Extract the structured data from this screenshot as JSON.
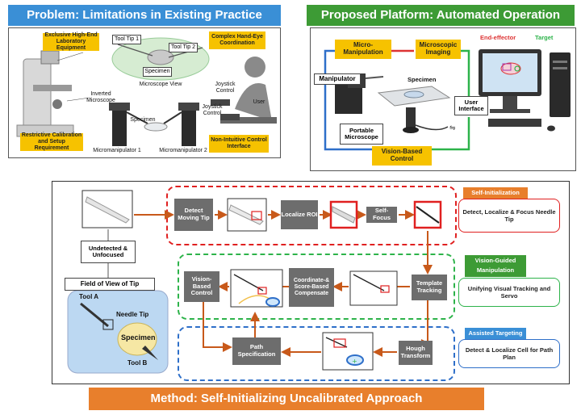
{
  "panels": {
    "problem_title": "Problem: Limitations in Existing Practice",
    "platform_title": "Proposed Platform: Automated Operation",
    "method_title": "Method: Self-Initializing Uncalibrated Approach"
  },
  "problem": {
    "equipment": "Exclusive High-End Laboratory Equipment",
    "coordination": "Complex Hand-Eye Coordination",
    "tool_tip_1": "Tool Tip 1",
    "tool_tip_2": "Tool Tip 2",
    "specimen": "Specimen",
    "microscope_view": "Microscope View",
    "inverted_microscope": "Inverted Microscope",
    "joystick_control_a": "Joystick Control",
    "joystick_control_b": "Joystick Control",
    "user": "User",
    "specimen2": "Specimen",
    "calibration": "Restrictive Calibration and Setup Requirement",
    "micromanipulator_1": "Micromanipulator 1",
    "micromanipulator_2": "Micromanipulator 2",
    "interface": "Non-Intuitive Control Interface"
  },
  "platform": {
    "micro_manipulation": "Micro-Manipulation",
    "microscopic_imaging": "Microscopic Imaging",
    "end_effector": "End-effector",
    "target": "Target",
    "manipulator": "Manipulator",
    "specimen": "Specimen",
    "user_interface": "User Interface",
    "portable_microscope": "Portable Microscope",
    "vision_control": "Vision-Based Control"
  },
  "method": {
    "detect_tip": "Detect Moving Tip",
    "localize_roi": "Localize ROI",
    "self_focus": "Self-Focus",
    "undetected": "Undetected & Unfocused",
    "fov_tip": "Field of View of Tip",
    "tool_a": "Tool A",
    "needle_tip": "Needle Tip",
    "specimen": "Specimen",
    "tool_b": "Tool B",
    "vision_control": "Vision-Based Control",
    "compensate": "Coordinate-& Score-Based Compensate",
    "template_tracking": "Template Tracking",
    "path_spec": "Path Specification",
    "hough": "Hough Transform"
  },
  "sidebar": {
    "self_init_title": "Self-Initialization",
    "self_init_text": "Detect, Localize & Focus Needle Tip",
    "vision_title": "Vision-Guided Manipulation",
    "vision_text": "Unifying Visual Tracking and Servo",
    "assist_title": "Assisted Targeting",
    "assist_text": "Detect & Localize Cell for Path Plan"
  },
  "colors": {
    "blue_banner": "#3a8fd6",
    "green_banner": "#3d9b35",
    "orange_banner": "#e87f2c",
    "yellow_box": "#f6c200",
    "red_dash": "#e02020",
    "green_dash": "#2db34a",
    "blue_dash": "#2e6fc9",
    "arrow": "#c8591a"
  }
}
